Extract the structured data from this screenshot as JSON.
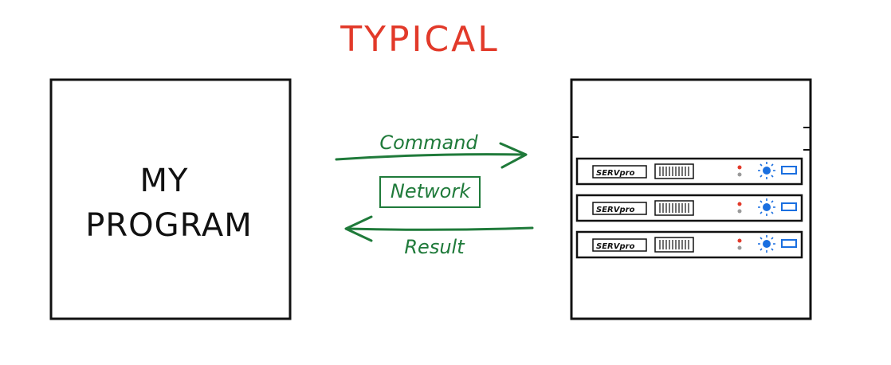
{
  "title": "TYPICAL",
  "program_box": {
    "line1": "MY",
    "line2": "PROGRAM"
  },
  "arrows": {
    "command_label": "Command",
    "network_label": "Network",
    "result_label": "Result"
  },
  "server_rack": {
    "units": [
      {
        "brand": "SERVpro"
      },
      {
        "brand": "SERVpro"
      },
      {
        "brand": "SERVpro"
      }
    ]
  },
  "colors": {
    "title": "#e23a2a",
    "ink": "#111111",
    "network_green": "#1f7a3a",
    "led_red": "#e23a2a",
    "led_gray": "#9a9a9a",
    "status_blue": "#1a6fe0"
  }
}
